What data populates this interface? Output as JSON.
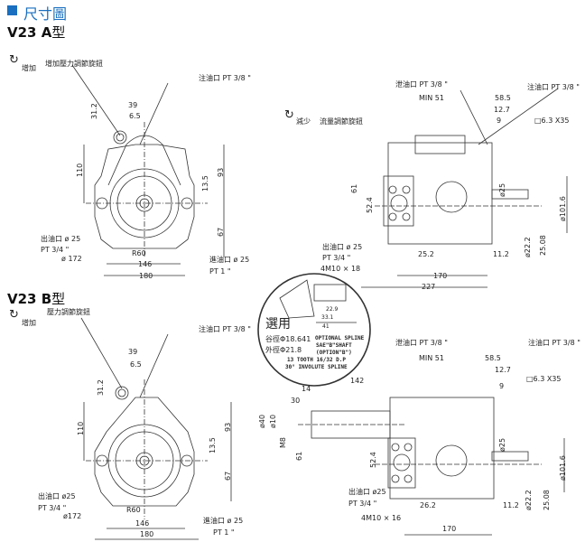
{
  "header": {
    "title": "尺寸圖",
    "accent": "#1a6fc0"
  },
  "model_a": {
    "title_code": "V23 A",
    "title_suffix": "型",
    "front": {
      "rotate_label": "增加",
      "knob_label": "增加壓力調節旋鈕",
      "fill_port": "注油口 PT 3/8 \"",
      "dims": {
        "d39": "39",
        "d6_5": "6.5",
        "d31_2": "31.2",
        "d110": "110",
        "d93": "93",
        "d13_5": "13.5",
        "d67": "67",
        "r60": "R60",
        "d146": "146",
        "d180": "180",
        "dia172": "ø 172"
      },
      "outlet": "出油口 ø 25",
      "outlet_pt": "PT 3/4 \"",
      "inlet": "進油口 ø 25",
      "inlet_pt": "PT 1 \""
    },
    "side": {
      "drain_port": "泄油口 PT 3/8 \"",
      "fill_port": "注油口 PT 3/8 \"",
      "rotate_label": "減少",
      "knob_label": "流量調節旋鈕",
      "key": "□6.3 X35",
      "dims": {
        "min51": "MIN 51",
        "d58_5": "58.5",
        "d12_7": "12.7",
        "d9": "9",
        "d61": "61",
        "d52_4": "52.4",
        "dia25": "ø25",
        "dia101_6": "ø101.6",
        "dia22_2": "ø22.2",
        "d25_08": "25.08",
        "d25_2": "25.2",
        "d11_2": "11.2",
        "d170": "170",
        "d227": "227"
      },
      "outlet": "出油口 ø 25",
      "outlet_pt": "PT 3/4 \"",
      "bolts": "4M10 × 18"
    }
  },
  "spline_detail": {
    "title": "選用",
    "root_dia": "谷徑Φ18.641",
    "outer_dia": "外徑Φ21.8",
    "line1": "OPTIONAL SPLINE",
    "line2": "SAE\"B\"SHAFT",
    "line3": "(OPTION\"B\")",
    "line4": "13 TOOTH 16/32 D.P",
    "line5": "30° INVOLUTE SPLINE",
    "d22_9": "22.9",
    "d33_1": "33.1",
    "d41": "41"
  },
  "model_b": {
    "title_code": "V23 B",
    "title_suffix": "型",
    "front": {
      "rotate_label": "增加",
      "knob_label": "壓力調節旋鈕",
      "fill_port": "注油口 PT 3/8 \"",
      "dims": {
        "d39": "39",
        "d6_5": "6.5",
        "d31_2": "31.2",
        "d110": "110",
        "d93": "93",
        "d13_5": "13.5",
        "d67": "67",
        "r60": "R60",
        "d146": "146",
        "d180": "180",
        "dia172": "ø172"
      },
      "outlet": "出油口 ø25",
      "outlet_pt": "PT 3/4 \"",
      "inlet": "進油口 ø 25",
      "inlet_pt": "PT 1 \""
    },
    "side": {
      "drain_port": "泄油口 PT 3/8 \"",
      "fill_port": "注油口 PT 3/8 \"",
      "key": "□6.3 X35",
      "dims": {
        "min51": "MIN 51",
        "d58_5": "58.5",
        "d12_7": "12.7",
        "d9": "9",
        "d142": "142",
        "d14": "14",
        "d30": "30",
        "dia40": "ø40",
        "dia10": "ø10",
        "m8": "M8",
        "d61": "61",
        "d52_4": "52.4",
        "dia25": "ø25",
        "dia101_6": "ø101.6",
        "dia22_2": "ø22.2",
        "d25_08": "25.08",
        "d26_2": "26.2",
        "d11_2": "11.2",
        "d170": "170"
      },
      "outlet": "出油口 ø25",
      "outlet_pt": "PT 3/4 \"",
      "bolts": "4M10 × 16"
    }
  }
}
